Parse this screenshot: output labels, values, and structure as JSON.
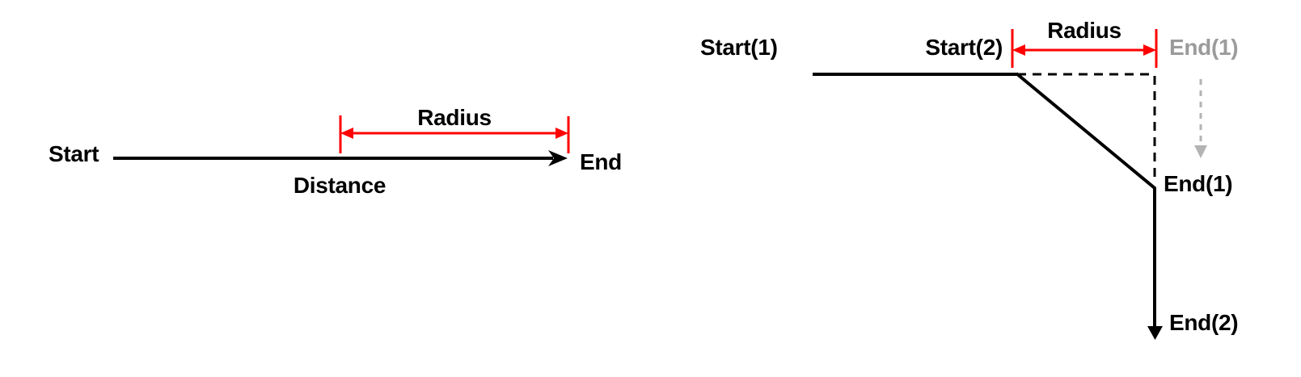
{
  "figure": {
    "description": "Radius curtailment diagram",
    "colors": {
      "black": "#000000",
      "red": "#fe0000",
      "gray_text": "#9b9b9b",
      "gray_arrow": "#b3b3b3",
      "background": "#ffffff"
    },
    "left_diagram": {
      "start_label": "Start",
      "end_label": "End",
      "distance_label": "Distance",
      "radius_label": "Radius"
    },
    "right_diagram": {
      "start1_label": "Start(1)",
      "start2_label": "Start(2)",
      "radius_label": "Radius",
      "end1_ghost_label": "End(1)",
      "end1_label": "End(1)",
      "end2_label": "End(2)"
    }
  }
}
